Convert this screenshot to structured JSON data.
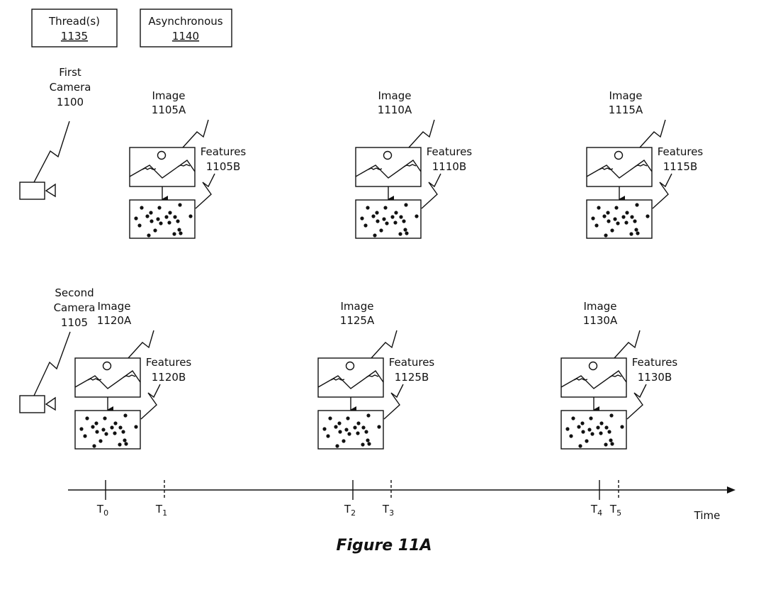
{
  "legend_boxes": [
    {
      "label": "Thread(s)",
      "ref": "1135"
    },
    {
      "label": "Asynchronous",
      "ref": "1140"
    }
  ],
  "cameras": [
    {
      "label_lines": [
        "First",
        "Camera",
        "1100"
      ],
      "frames": [
        {
          "image_label": "Image",
          "image_ref": "1105A",
          "features_label": "Features",
          "features_ref": "1105B"
        },
        {
          "image_label": "Image",
          "image_ref": "1110A",
          "features_label": "Features",
          "features_ref": "1110B"
        },
        {
          "image_label": "Image",
          "image_ref": "1115A",
          "features_label": "Features",
          "features_ref": "1115B"
        }
      ]
    },
    {
      "label_lines": [
        "Second",
        "Camera",
        "1105"
      ],
      "frames": [
        {
          "image_label": "Image",
          "image_ref": "1120A",
          "features_label": "Features",
          "features_ref": "1120B"
        },
        {
          "image_label": "Image",
          "image_ref": "1125A",
          "features_label": "Features",
          "features_ref": "1125B"
        },
        {
          "image_label": "Image",
          "image_ref": "1130A",
          "features_label": "Features",
          "features_ref": "1130B"
        }
      ]
    }
  ],
  "timeline": {
    "axis_label": "Time",
    "ticks": [
      {
        "base": "T",
        "sub": "0",
        "style": "solid"
      },
      {
        "base": "T",
        "sub": "1",
        "style": "dashed"
      },
      {
        "base": "T",
        "sub": "2",
        "style": "solid"
      },
      {
        "base": "T",
        "sub": "3",
        "style": "dashed"
      },
      {
        "base": "T",
        "sub": "4",
        "style": "solid"
      },
      {
        "base": "T",
        "sub": "5",
        "style": "dashed"
      }
    ]
  },
  "caption": "Figure 11A"
}
